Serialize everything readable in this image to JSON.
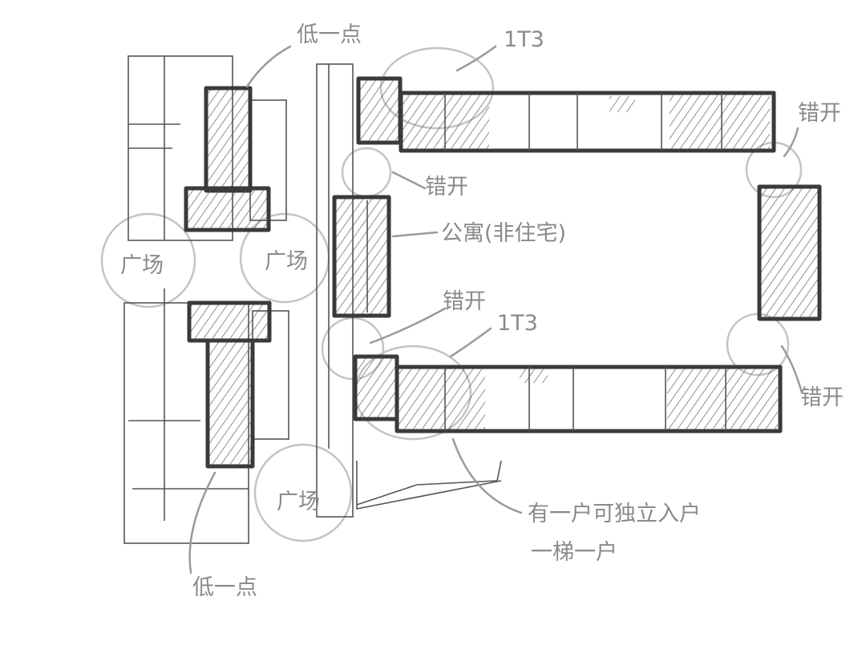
{
  "sketch": {
    "labels": {
      "lower_top": "低一点",
      "lower_bottom": "低一点",
      "type_top": "1T3",
      "type_bottom": "1T3",
      "stagger_top_right": "错开",
      "stagger_middle_upper": "错开",
      "stagger_middle_lower": "错开",
      "stagger_bottom_right": "错开",
      "apartment": "公寓(非住宅)",
      "plaza_left": "广场",
      "plaza_center": "广场",
      "plaza_bottom": "广场",
      "note_line1": "有一户可独立入户",
      "note_line2": "一梯一户"
    },
    "colors": {
      "ink": "#3a3a3a",
      "pencil": "#8a8a8a",
      "ghost": "#c4c4c4"
    }
  }
}
